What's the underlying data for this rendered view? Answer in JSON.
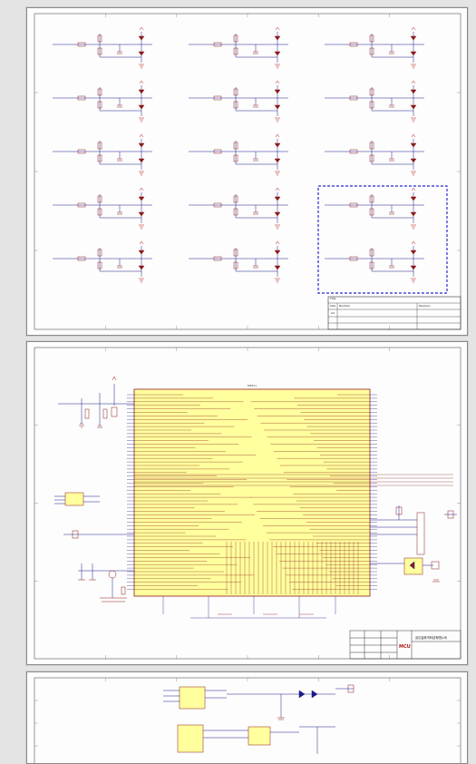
{
  "sheets": [
    {
      "id": "sheet-1",
      "title_block": {
        "title_label": "Title",
        "size_label": "Size",
        "size_value": "A4",
        "number_label": "Number",
        "revision_label": "Revision"
      }
    },
    {
      "id": "sheet-2",
      "mcu_part": "MKT11",
      "title_block": {
        "company": "武汉金栋市科技有限公司",
        "logo_text": "MCU"
      }
    },
    {
      "id": "sheet-3"
    }
  ],
  "colors": {
    "wire": "#1a1a8c",
    "component": "#8c1a1a",
    "power": "#b01818",
    "ic_fill": "#ffff9e",
    "highlight_box": "#2a2ad0",
    "frame": "#404040"
  }
}
